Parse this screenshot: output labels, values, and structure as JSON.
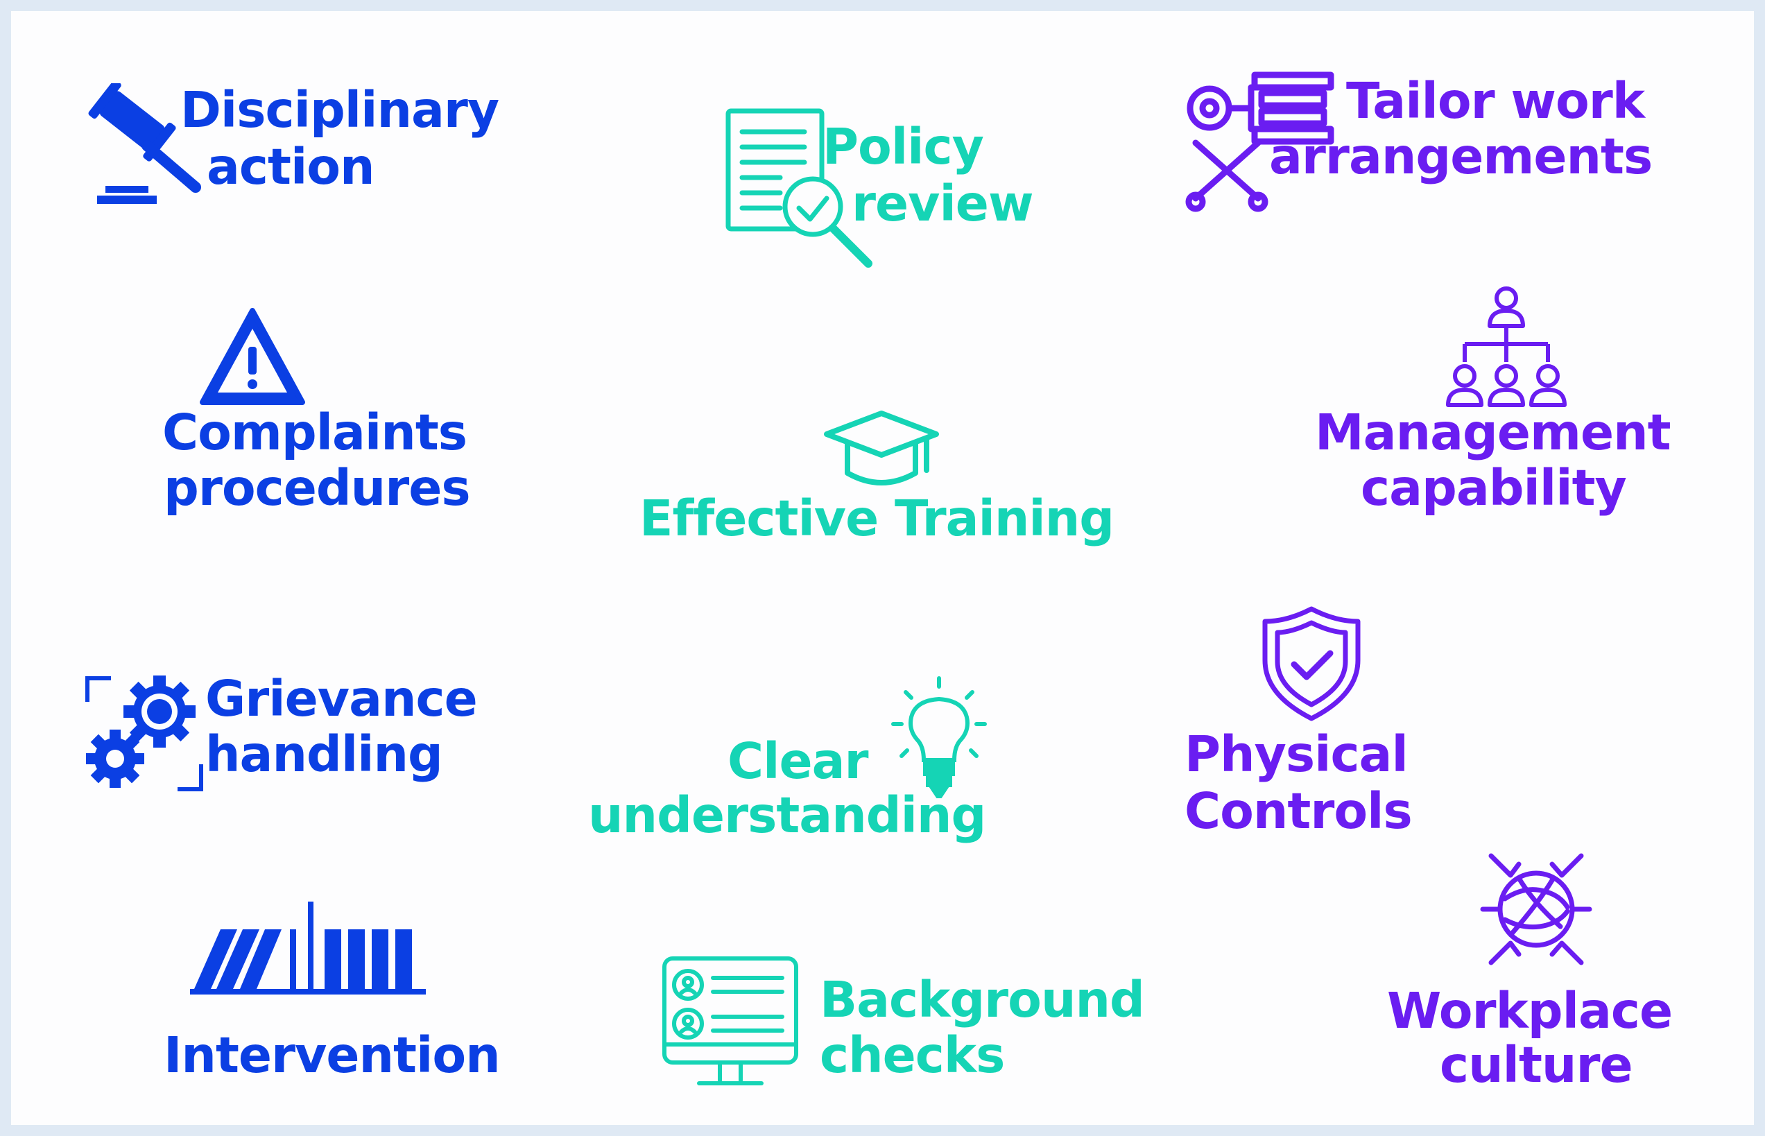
{
  "colors": {
    "blue": "#0b3fe3",
    "teal": "#15d4b5",
    "purple": "#6a1df1",
    "frame": "#dfe9f4",
    "panel": "#fdfdfe"
  },
  "items": {
    "disciplinary": {
      "line1": "Disciplinary",
      "line2": "action",
      "icon": "gavel-icon"
    },
    "policy": {
      "line1": "Policy",
      "line2": "review",
      "icon": "document-magnifier-icon"
    },
    "tailor": {
      "line1": "Tailor work",
      "line2": "arrangements",
      "icon": "tools-icon"
    },
    "complaints": {
      "line1": "Complaints",
      "line2": "procedures",
      "icon": "warning-triangle-icon"
    },
    "training": {
      "line1": "Effective Training",
      "icon": "graduation-cap-icon"
    },
    "management": {
      "line1": "Management",
      "line2": "capability",
      "icon": "org-chart-icon"
    },
    "grievance": {
      "line1": "Grievance",
      "line2": "handling",
      "icon": "gears-icon"
    },
    "clear": {
      "line1": "Clear",
      "line2": "understanding",
      "icon": "lightbulb-icon"
    },
    "physical": {
      "line1": "Physical",
      "line2": "Controls",
      "icon": "shield-check-icon"
    },
    "intervention": {
      "line1": "Intervention",
      "icon": "falling-dominoes-icon"
    },
    "background": {
      "line1": "Background",
      "line2": "checks",
      "icon": "profile-monitor-icon"
    },
    "workplace": {
      "line1": "Workplace",
      "line2": "culture",
      "icon": "stacked-hands-icon"
    }
  }
}
